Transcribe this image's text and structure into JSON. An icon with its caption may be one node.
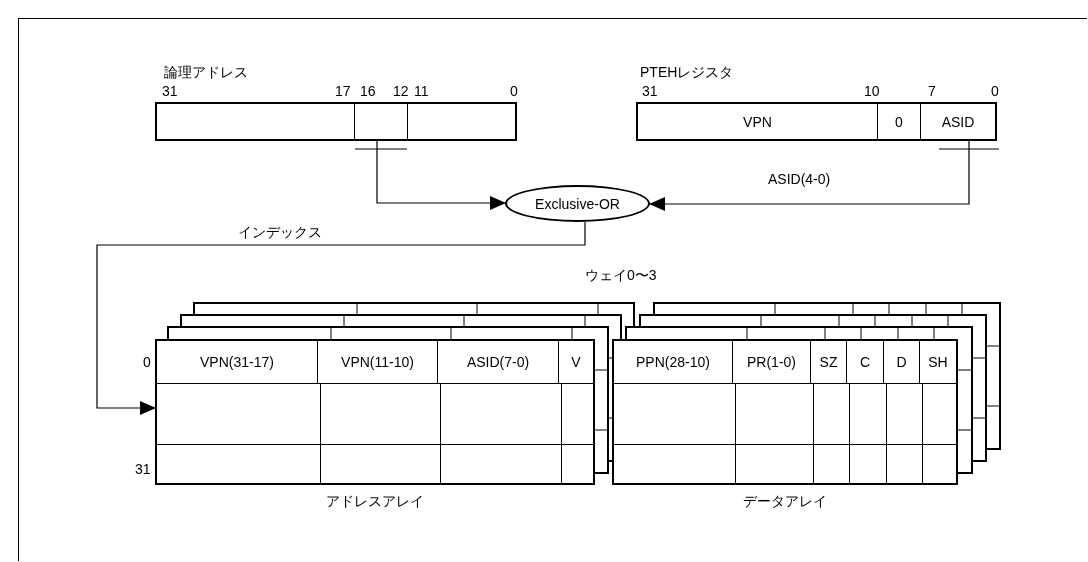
{
  "diagram": {
    "nodes": [
      {
        "text": [
          "論理アドレス"
        ],
        "beside": [
          "31",
          "17",
          "16",
          "12",
          "11",
          "0"
        ]
      },
      {
        "text": [],
        "shape": "box",
        "in": 0
      },
      {
        "text": [
          "PTEHレジスタ"
        ],
        "beside": [
          "31",
          "10",
          "7",
          "0"
        ]
      },
      {
        "text": [
          "VPN"
        ],
        "in": 2
      },
      {
        "text": [
          "0"
        ],
        "in": 2
      },
      {
        "text": [
          "ASID"
        ],
        "in": 2
      },
      {
        "text": [
          "Exclusive-OR"
        ]
      },
      {
        "text": [
          "アドレスアレイ"
        ],
        "beside": [
          "0",
          "31"
        ]
      },
      {
        "text": [
          "VPN(31-17)"
        ],
        "in": 7
      },
      {
        "text": [
          "VPN(11-10)"
        ],
        "in": 7
      },
      {
        "text": [
          "ASID(7-0)"
        ],
        "in": 7
      },
      {
        "text": [
          "V"
        ],
        "in": 7
      },
      {
        "text": [
          "データアレイ"
        ]
      },
      {
        "text": [
          "PPN(28-10)"
        ],
        "in": 12
      },
      {
        "text": [
          "PR(1-0)"
        ],
        "in": 12
      },
      {
        "text": [
          "SZ"
        ],
        "in": 12
      },
      {
        "text": [
          "C"
        ],
        "in": 12
      },
      {
        "text": [
          "D"
        ],
        "in": 12
      },
      {
        "text": [
          "SH"
        ],
        "in": 12
      }
    ],
    "edges": [
      {
        "from": 1,
        "to": 6,
        "arrow": "to"
      },
      {
        "from": 5,
        "to": 6,
        "arrow": "to",
        "label": "ASID(4-0)"
      },
      {
        "from": 6,
        "to": 7,
        "arrow": "to",
        "label": "インデックス"
      }
    ],
    "labels": [
      "ウェイ0〜3"
    ]
  }
}
